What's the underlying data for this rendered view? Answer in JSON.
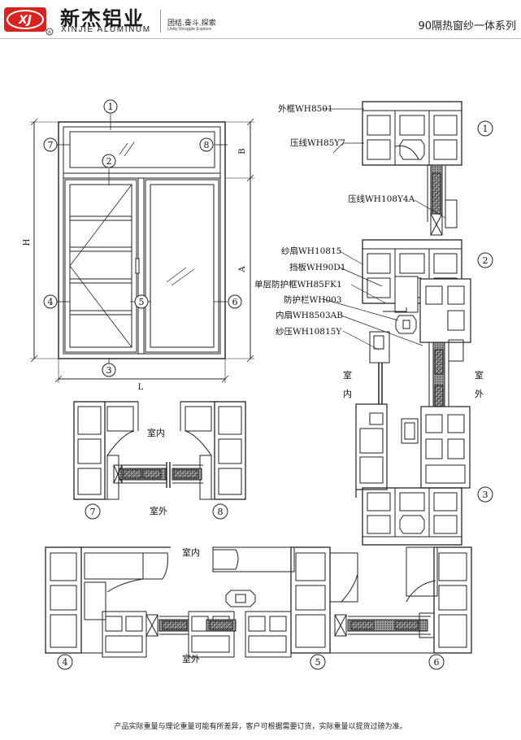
{
  "header": {
    "brand_cn": "新杰铝业",
    "brand_en": "XINJIE ALUMINUM",
    "slogan_cn": "团结.奋斗.探索",
    "slogan_en": "Unity.Struggle.Explore",
    "series_title": "90隔热窗纱一体系列",
    "logo_text": "XJ",
    "registered_mark": "R"
  },
  "elevation": {
    "callouts": [
      "1",
      "2",
      "3",
      "4",
      "5",
      "6",
      "7",
      "8"
    ],
    "dims": {
      "height": "H",
      "width": "L",
      "sash_height": "A",
      "transom_height": "B"
    }
  },
  "section_labels": [
    {
      "id": "outer-frame",
      "text": "外框WH8501"
    },
    {
      "id": "glazing-bead",
      "text": "压线WH85Y7"
    },
    {
      "id": "glazing-bead-2",
      "text": "压线WH108Y4A"
    },
    {
      "id": "screen-sash",
      "text": "纱扇WH10815"
    },
    {
      "id": "baffle",
      "text": "挡板WH90D1"
    },
    {
      "id": "guard-frame",
      "text": "单层防护框WH85FK1"
    },
    {
      "id": "guard-bar",
      "text": "防护栏WH003"
    },
    {
      "id": "inner-sash",
      "text": "内扇WH8503AB"
    },
    {
      "id": "screen-bead",
      "text": "纱压WH10815Y"
    }
  ],
  "side_labels": {
    "indoor": "室内",
    "outdoor": "室外",
    "indoor_v1": "室",
    "indoor_v2": "内",
    "outdoor_v1": "室",
    "outdoor_v2": "外"
  },
  "section_numbers": [
    "1",
    "2",
    "3",
    "4",
    "5",
    "6",
    "7",
    "8"
  ],
  "footer": {
    "note": "产品实际重量与理论重量可能有所差异，客户可根据需要订货，实际重量以提货过磅为准。"
  }
}
